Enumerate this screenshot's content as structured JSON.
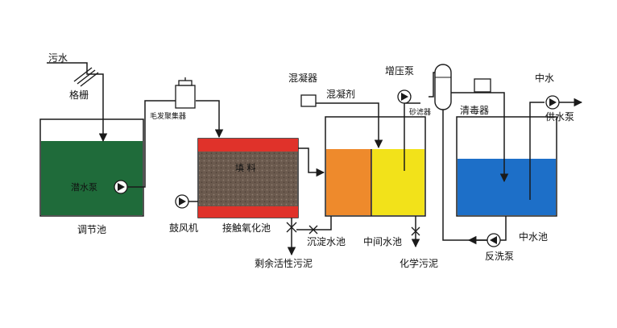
{
  "labels": {
    "sewage_in": "污水",
    "grille": "格栅",
    "hair_collector": "毛发聚集器",
    "submersible_pump": "潜水泵",
    "regulating_tank": "调节池",
    "filler": "填 料",
    "blower": "鼓风机",
    "contact_oxidation_tank": "接触氧化池",
    "coagulator": "混凝器",
    "coagulant": "混凝剂",
    "sedimentation_tank": "沉淀水池",
    "intermediate_tank": "中间水池",
    "excess_sludge": "剩余活性污泥",
    "chemical_sludge": "化学污泥",
    "booster_pump": "增压泵",
    "sand_filter": "砂滤器",
    "disinfector": "清毒器",
    "reclaimed_water": "中水",
    "reclaimed_supply_pump": "供水泵",
    "reclaimed_tank": "中水池",
    "backwash_pump": "反洗泵"
  },
  "colors": {
    "regulating_water": "#1f6b3a",
    "oxidation_band": "#e0322a",
    "filler_fill": "#6b5a4e",
    "sediment_water": "#ee8a2c",
    "intermediate_water": "#f2e21a",
    "reclaimed_water": "#1d6fc8",
    "line": "#1a1a1a"
  }
}
